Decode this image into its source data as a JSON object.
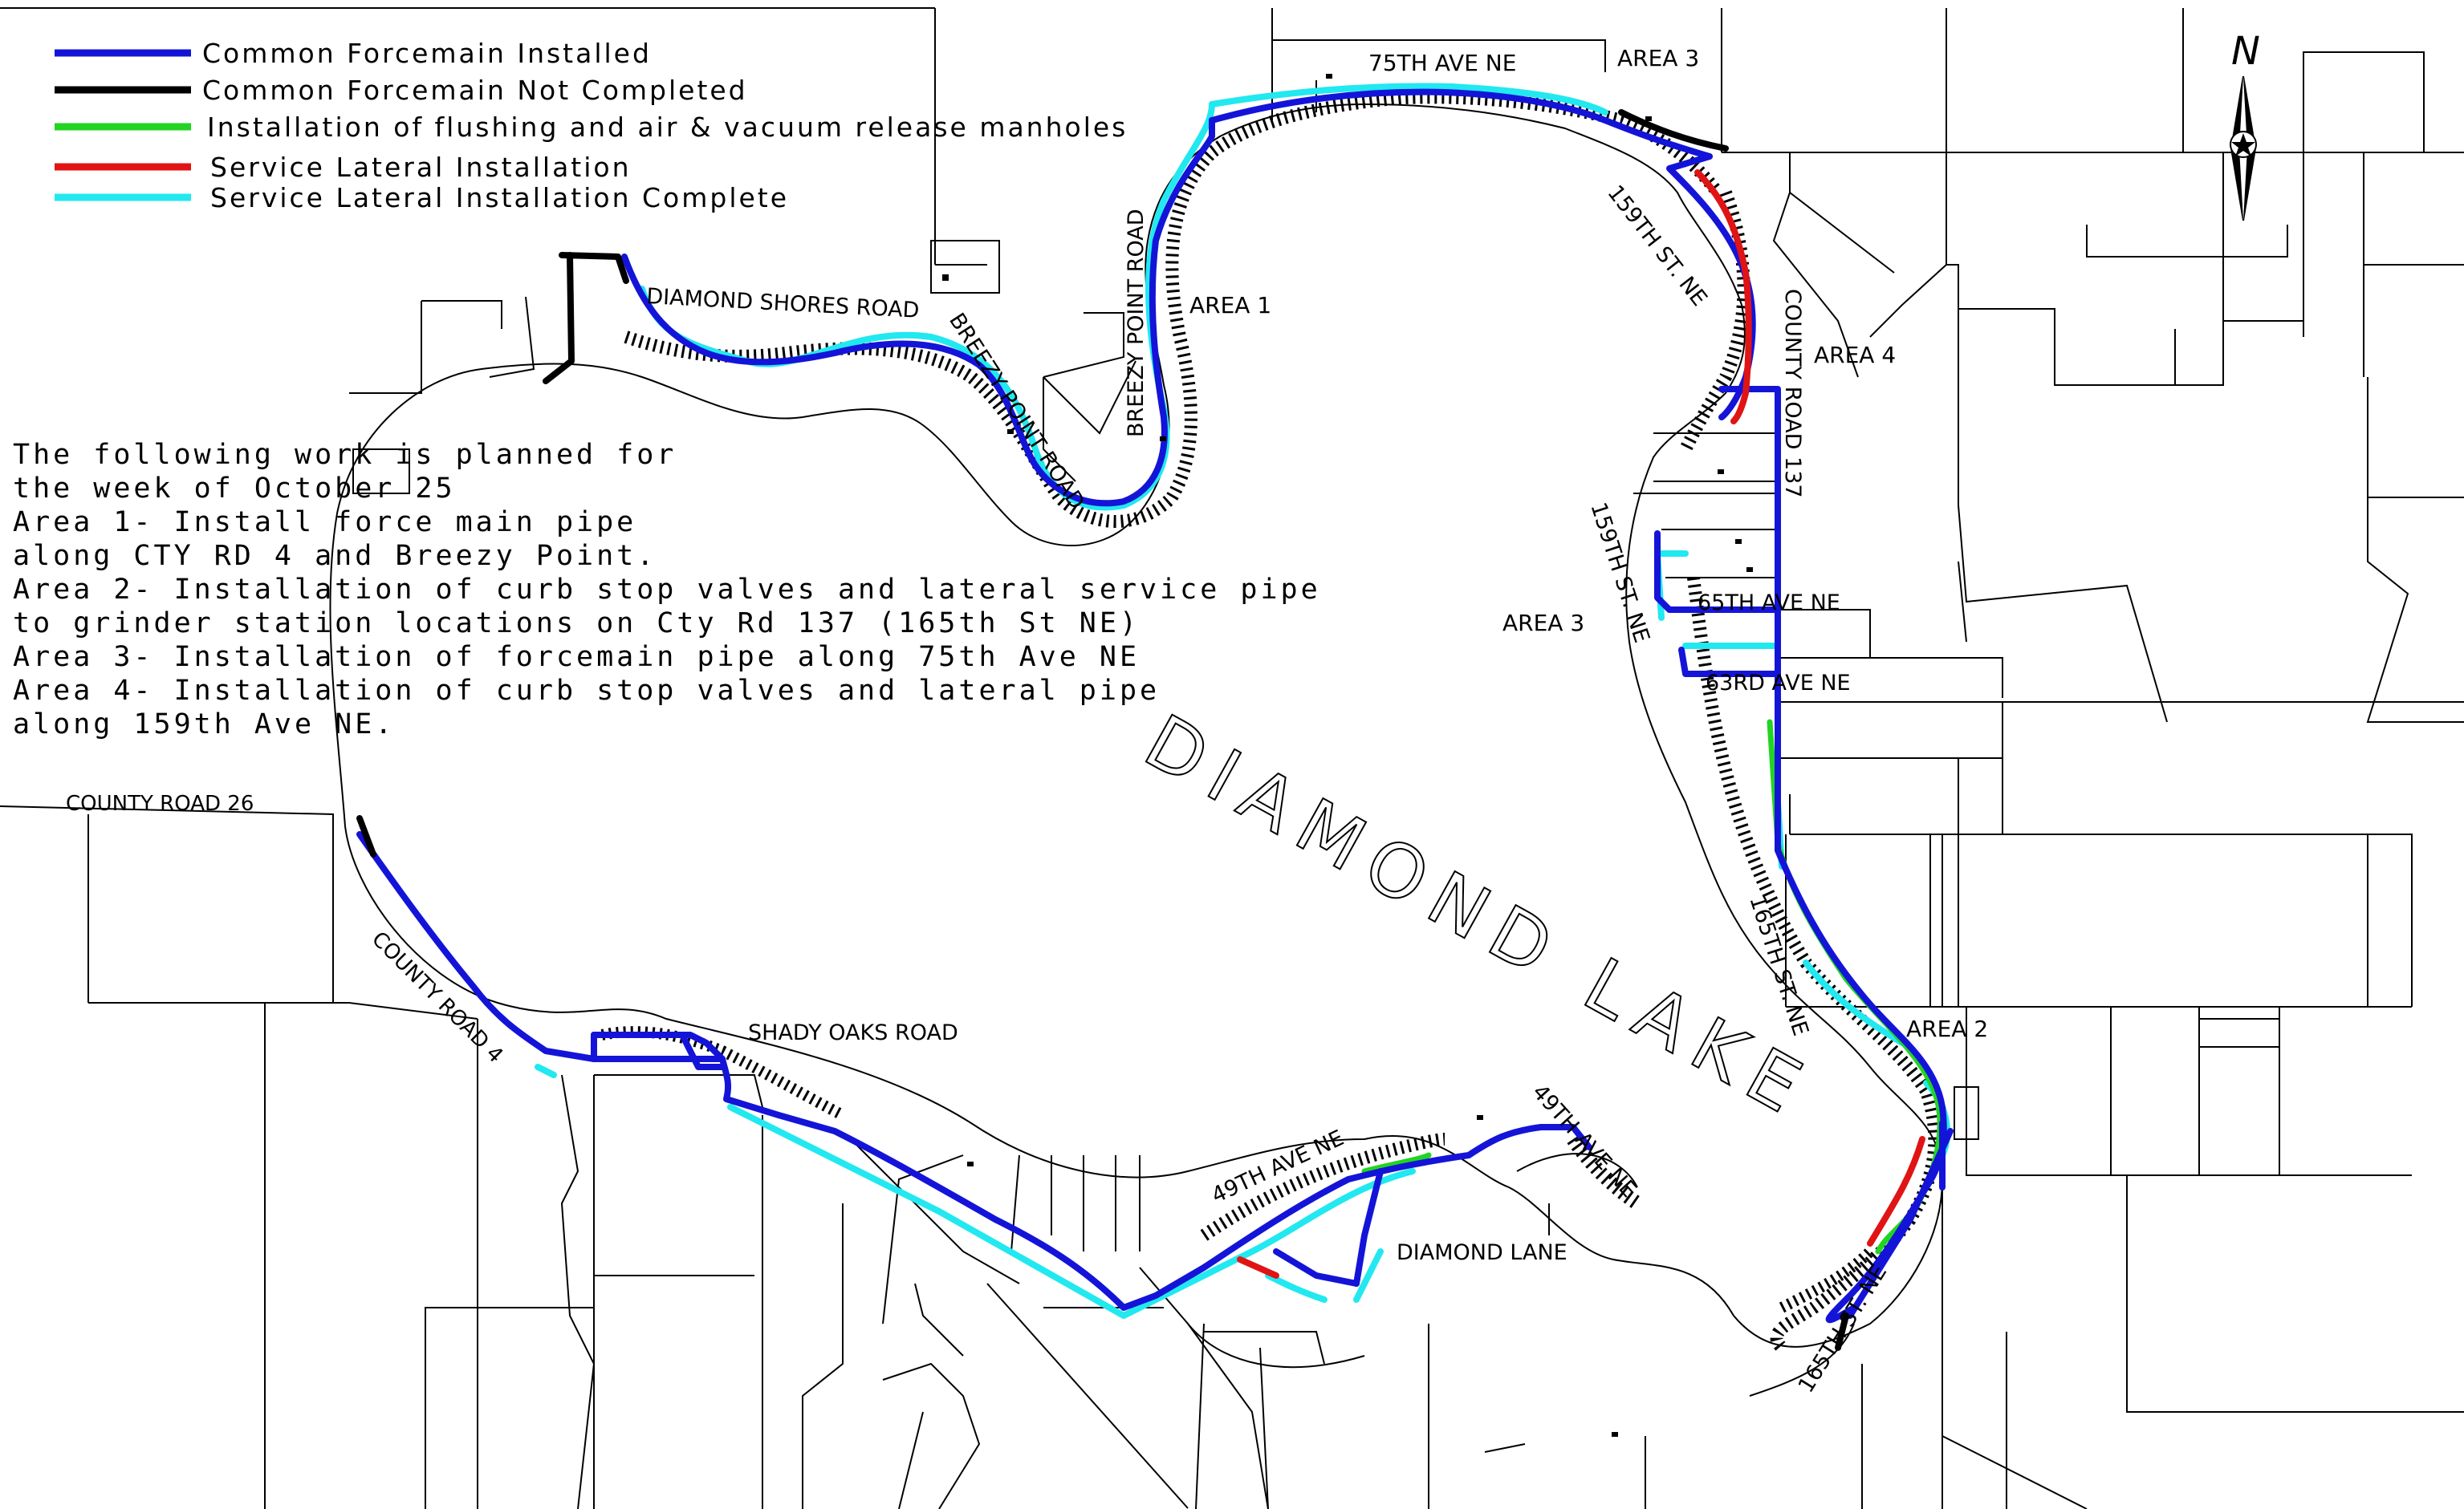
{
  "colors": {
    "installed": "#1414d8",
    "not_completed": "#000000",
    "flushing": "#22d422",
    "service_lateral": "#e01414",
    "lateral_complete": "#22e8f0"
  },
  "legend": {
    "items": [
      {
        "label": "Common Forcemain Installed",
        "color_key": "installed"
      },
      {
        "label": "Common Forcemain Not Completed",
        "color_key": "not_completed"
      },
      {
        "label": "Installation of flushing and air & vacuum release manholes",
        "color_key": "flushing"
      },
      {
        "label": "Service Lateral Installation",
        "color_key": "service_lateral"
      },
      {
        "label": "Service Lateral Installation Complete",
        "color_key": "lateral_complete"
      }
    ]
  },
  "notes": {
    "lines": [
      "The following work is planned for",
      "the week of October 25",
      "Area 1- Install force main pipe",
      "along CTY RD 4 and Breezy Point.",
      "Area 2- Installation of curb stop valves and lateral service pipe",
      "to grinder station locations on Cty Rd 137 (165th St NE)",
      "Area 3- Installation of forcemain pipe along 75th Ave NE",
      "Area 4- Installation of curb stop valves and lateral pipe",
      "along 159th Ave NE."
    ]
  },
  "lake_name": "DIAMOND LAKE",
  "labels": {
    "ave75": "75TH   AVE NE",
    "area3_top": "AREA 3",
    "area1": "AREA 1",
    "area4": "AREA 4",
    "area3_right": "AREA 3",
    "area2": "AREA 2",
    "diamond_shores": "DIAMOND SHORES ROAD",
    "breezy_point_road": "BREEZY POINT ROAD",
    "breezy_point_diag": "BREEZY POINT ROAD",
    "st159_top": "159TH ST. NE",
    "county_road_137": "COUNTY ROAD 137",
    "st159_mid": "159TH ST. NE",
    "ave65": "65TH   AVE NE",
    "ave63": "63RD   AVE NE",
    "st165": "165TH ST. NE",
    "st165_bottom": "165TH ST. NE",
    "county_road_26": "COUNTY ROAD 26",
    "county_road_4": "COUNTY ROAD 4",
    "shady_oaks": "SHADY OAKS ROAD",
    "ave49": "49TH   AVE NE",
    "ave49_right": "49TH   AVE NE",
    "diamond_lane": "DIAMOND LANE"
  },
  "north_arrow": {
    "icon": "north-arrow-icon",
    "letter": "N"
  }
}
